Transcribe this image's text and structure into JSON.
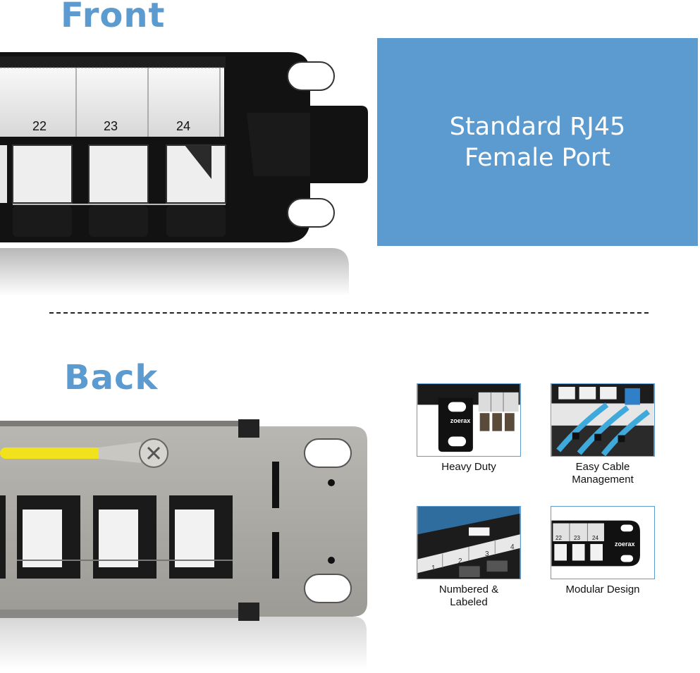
{
  "front": {
    "heading": "Front"
  },
  "back": {
    "heading": "Back"
  },
  "port_numbers": [
    "22",
    "23",
    "24"
  ],
  "callout": {
    "line1": "Standard RJ45",
    "line2": "Female Port"
  },
  "features": [
    {
      "label": "Heavy Duty",
      "brand": "zoerax"
    },
    {
      "label": "Easy Cable\nManagement"
    },
    {
      "label": "Numbered &\nLabeled",
      "numbers": [
        "1",
        "2",
        "3",
        "4"
      ]
    },
    {
      "label": "Modular Design",
      "brand": "zoerax",
      "numbers": [
        "22",
        "23",
        "24"
      ]
    }
  ],
  "colors": {
    "heading_blue": "#5b9bcf",
    "callout_bg": "#5b9bcf",
    "panel_black": "#111111",
    "back_steel": "#a9a7a3",
    "ground_wire": "#f1e21c",
    "cable_blue": "#3fa9dc"
  }
}
